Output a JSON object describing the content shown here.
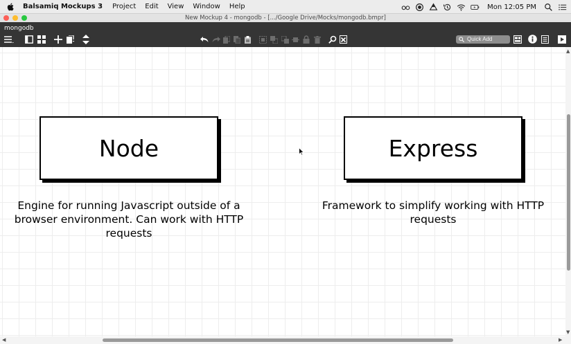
{
  "menubar": {
    "app_name": "Balsamiq Mockups 3",
    "items": [
      "Project",
      "Edit",
      "View",
      "Window",
      "Help"
    ],
    "clock": "Mon 12:05 PM"
  },
  "window": {
    "title": "New Mockup 4 - mongodb - [.../Google Drive/Mocks/mongodb.bmpr]"
  },
  "project": {
    "tab_label": "mongodb"
  },
  "toolbar": {
    "quick_add_placeholder": "Quick Add"
  },
  "canvas": {
    "boxes": [
      {
        "label": "Node",
        "description": [
          "Engine for running Javascript outside of a",
          "browser environment.  Can work with HTTP",
          "requests"
        ]
      },
      {
        "label": "Express",
        "description": [
          "Framework to simplify working with HTTP",
          "requests"
        ]
      }
    ]
  },
  "colors": {
    "traffic_red": "#fc5f57",
    "traffic_yellow": "#fdbc2e",
    "traffic_green": "#28c840",
    "app_header": "#353535"
  }
}
